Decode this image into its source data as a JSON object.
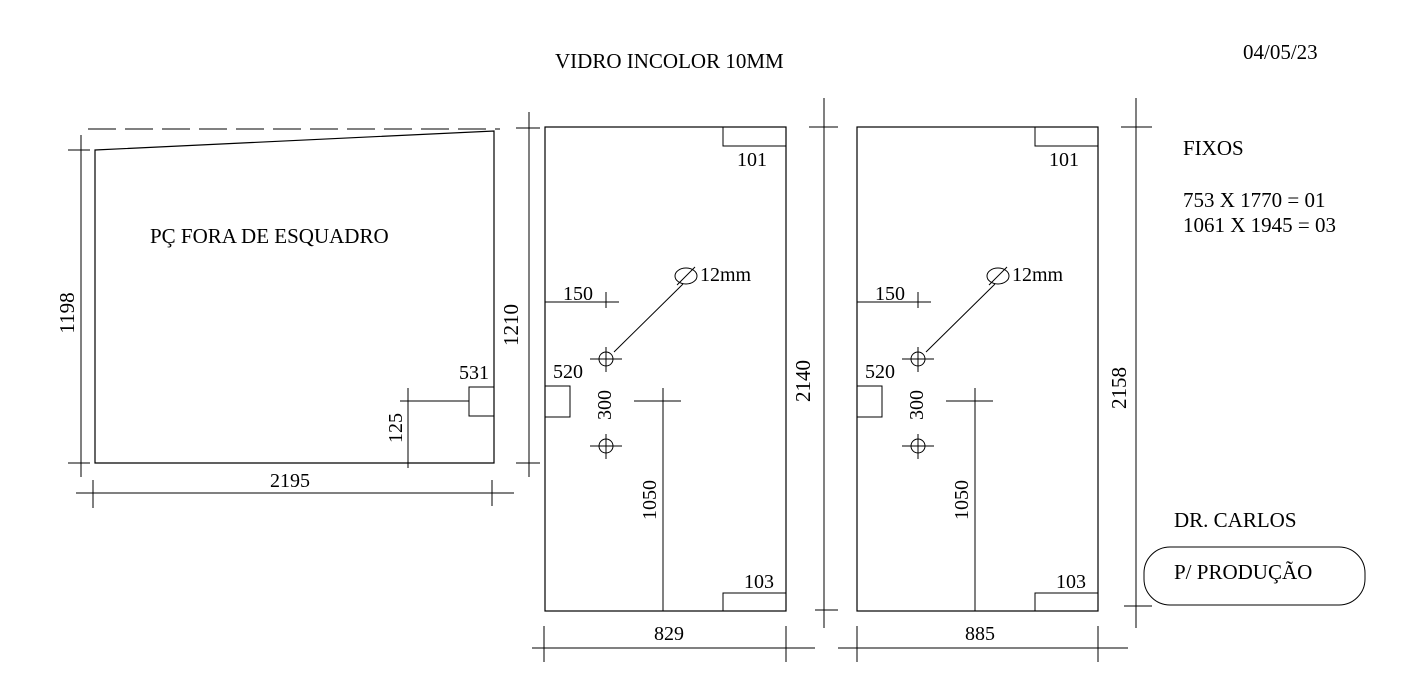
{
  "header": {
    "title": "VIDRO INCOLOR 10MM",
    "date": "04/05/23"
  },
  "panel_a": {
    "note": "PÇ FORA DE ESQUADRO",
    "height": "1198",
    "height_right": "1210",
    "width": "2195",
    "notch_width": "531",
    "notch_height": "125"
  },
  "panel_b": {
    "top_notch": "101",
    "bottom_notch": "103",
    "hole_label": "12mm",
    "hole_offset": "150",
    "side_notch": "520",
    "hole_spacing": "300",
    "handle_height": "1050",
    "height": "2140",
    "width": "829"
  },
  "panel_c": {
    "top_notch": "101",
    "bottom_notch": "103",
    "hole_label": "12mm",
    "hole_offset": "150",
    "side_notch": "520",
    "hole_spacing": "300",
    "handle_height": "1050",
    "height": "2158",
    "width": "885"
  },
  "notes": {
    "fixed_title": "FIXOS",
    "fixed_line1": "753 X 1770 = 01",
    "fixed_line2": "1061 X 1945 = 03",
    "client": "DR. CARLOS",
    "status": "P/ PRODUÇÃO"
  }
}
